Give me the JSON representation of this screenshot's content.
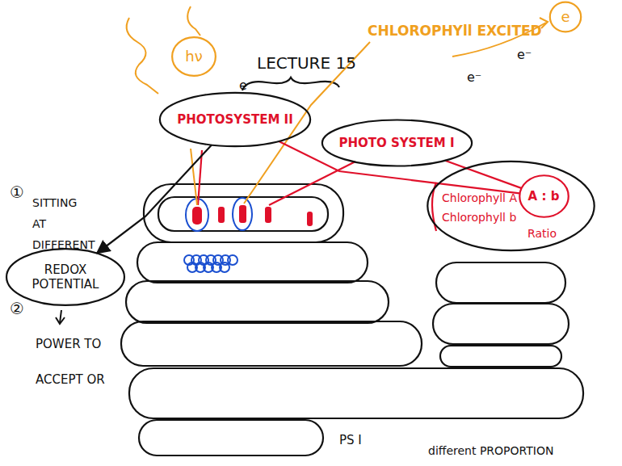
{
  "diagram": {
    "title": "LECTURE 15",
    "nodes": [
      {
        "text": [
          "hν"
        ]
      },
      {
        "text": [
          "e"
        ]
      },
      {
        "text": [
          "PHOTOSYSTEM II"
        ]
      },
      {
        "text": [
          "PHOTO SYSTEM I"
        ]
      },
      {
        "text": [
          "Chlorophyll A",
          "Chlorophyll b",
          "Ratio"
        ]
      },
      {
        "text": [
          "A : b"
        ],
        "in": 4
      },
      {
        "text": [
          "REDOX POTENTIAL"
        ]
      }
    ],
    "edges": [
      {
        "from": 2,
        "to": 5,
        "arrow": "none"
      },
      {
        "from": 3,
        "to": 5,
        "arrow": "none"
      },
      {
        "from": 2,
        "to": 6,
        "arrow": "to"
      }
    ],
    "labels": [
      "CHLOROPHYll EXCITED",
      "e",
      "e⁻",
      "e⁻",
      "①",
      "SITTING AT DIFFERENT",
      "②",
      "POWER TO ACCEPT OR",
      "PS I",
      "different PROPORTION"
    ]
  }
}
